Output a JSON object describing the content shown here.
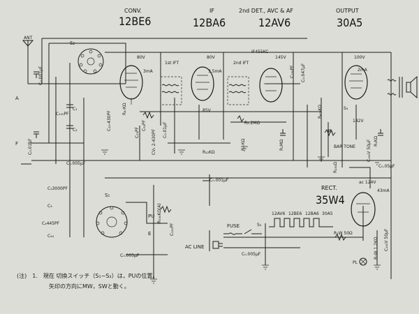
{
  "tubes": {
    "conv": {
      "role": "CONV.",
      "type": "12BE6"
    },
    "if": {
      "role": "IF",
      "type": "12BA6"
    },
    "det": {
      "role": "2nd DET., AVC & AF",
      "type": "12AV6"
    },
    "out": {
      "role": "OUTPUT",
      "type": "30A5"
    },
    "rect": {
      "role": "RECT.",
      "type": "35W4"
    }
  },
  "labels": {
    "ant": "ANT",
    "a": "A",
    "f": "F",
    "c0001": "C₀.001μF",
    "ca": "C₃",
    "c100pf": "C₁₀₀PF",
    "c1": "C₁",
    "c2": "C₂",
    "c001": "C₀.01μF",
    "c005": "C₀.005μF",
    "c3000": "C₃3000PF",
    "c445a": "C₄445PF",
    "c445b": "C₄₄",
    "s1": "S₁",
    "s2": "S₂",
    "sw_s3": "S₃",
    "v80a": "80V",
    "v80b": "80V",
    "ma3": "3mA",
    "ma35": "3.5mA",
    "v85": "85V",
    "ifft1": "1st IFT",
    "ifft2": "2nd IFT",
    "ifft3": "IF455KC",
    "v145": "145V",
    "c250": "C₂₅₀PF",
    "c0047": "C₀.047μF",
    "r22k": "R₂₂KΩ",
    "r47k": "R₄₇KΩ",
    "r1m": "R₁MΩ",
    "c20": "C₂₀PF",
    "c12p": "C₁₂-430PF",
    "c50": "C₅₀PF",
    "cv2": "CV₂ 2-430PF",
    "c001b": "C₀.01μF",
    "r47k2": "R₄₇KΩ",
    "r22m": "R₂.2MΩ",
    "r470k": "R₄₇₀KΩ",
    "c0001pf": "C₀.001μF",
    "v100": "100V",
    "ma2": "2mA",
    "v142": "142V",
    "c005b": "C₀.05μF",
    "r150": "R₁₅₀Ω",
    "r1k": "R₁KΩ",
    "c150": "C₁₅₀V 50μF",
    "tone": "BAR TONE",
    "r4": "R₄",
    "s4": "S₄",
    "c0005": "C₀.005μF",
    "c120": "C₁₂₀PF",
    "r500k": "R₅₀₀KΩ(A)",
    "pu": "PU",
    "e": "E",
    "fuse": "FUSE",
    "acline": "AC LINE",
    "c005c": "C₀.005μF",
    "heater": [
      "12AV6",
      "12BE6",
      "12BA6",
      "30A5"
    ],
    "r50": "R₂W 50Ω",
    "v124": "ac 124V",
    "ma43": "43mA",
    "c150b": "C₁₅₀V 50μF",
    "r2w": "R₂W 1.2KΩ",
    "pl": "PL"
  },
  "note": {
    "line1": "(注)　1.　現在 切換スイッチ（S₁−S₂）は，PUの位置。",
    "line2": "矢印の方向にMW，SWと動く。"
  }
}
